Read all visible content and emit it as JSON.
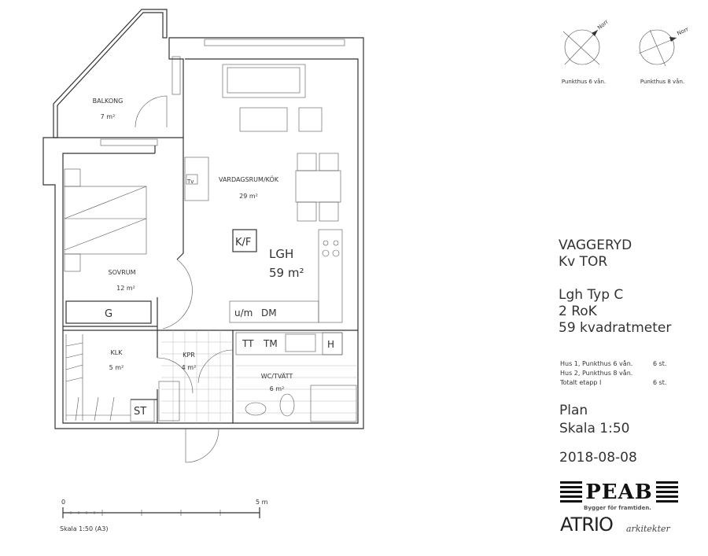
{
  "compass": [
    {
      "north_label": "Norr",
      "caption": "Punkthus 6 vån."
    },
    {
      "north_label": "Norr",
      "caption": "Punkthus 8 vån."
    }
  ],
  "rooms": {
    "balkong": {
      "name": "BALKONG",
      "area": "7 m²"
    },
    "vardagsrum": {
      "name": "VARDAGSRUM/KÖK",
      "area": "29 m²"
    },
    "sovrum": {
      "name": "SOVRUM",
      "area": "12 m²"
    },
    "klk": {
      "name": "KLK",
      "area": "5 m²"
    },
    "kpr": {
      "name": "KPR",
      "area": "4 m²"
    },
    "wc": {
      "name": "WC/TVÄTT",
      "area": "6 m²"
    }
  },
  "apartment": {
    "label": "LGH",
    "area": "59 m²"
  },
  "fixtures": {
    "tv": "Tv",
    "kf": "K/F",
    "g": "G",
    "st": "ST",
    "um": "u/m",
    "dm": "DM",
    "tt": "TT",
    "tm": "TM",
    "h": "H"
  },
  "scale_bar": {
    "start": "0",
    "end": "5 m",
    "caption": "Skala 1:50 (A3)"
  },
  "info": {
    "place": "VAGGERYD",
    "block": "Kv TOR",
    "type": "Lgh Typ C",
    "rooms": "2 RoK",
    "size": "59 kvadratmeter",
    "counts": [
      {
        "label": "Hus 1, Punkthus 6 vån.",
        "value": "6 st."
      },
      {
        "label": "Hus 2, Punkthus 8 vån.",
        "value": ""
      },
      {
        "label": "Totalt etapp I",
        "value": "6 st."
      }
    ],
    "plan": "Plan",
    "scale": "Skala 1:50",
    "date": "2018-08-08"
  },
  "logos": {
    "peab": "PEAB",
    "peab_tagline": "Bygger för framtiden.",
    "atrio": "ATRIO",
    "atrio_sub": "arkitekter"
  }
}
